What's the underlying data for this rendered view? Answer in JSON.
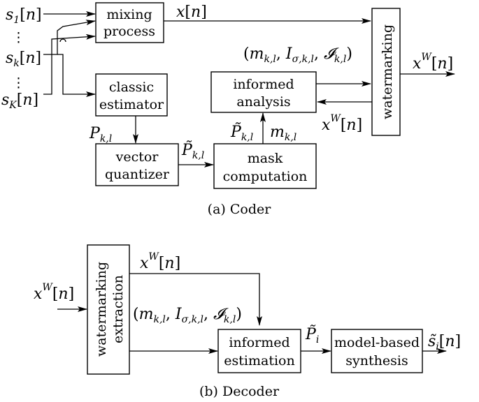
{
  "coder": {
    "caption": "(a) Coder",
    "inputs": {
      "s1": "s₁[n]",
      "sk": "sₖ[n]",
      "sK": "s_K[n]",
      "dots": "⋮"
    },
    "mixing": {
      "line1": "mixing",
      "line2": "process"
    },
    "classic": {
      "line1": "classic",
      "line2": "estimator"
    },
    "vq": {
      "line1": "vector",
      "line2": "quantizer"
    },
    "mask": {
      "line1": "mask",
      "line2": "computation"
    },
    "informed": {
      "line1": "informed",
      "line2": "analysis"
    },
    "watermarking": "watermarking",
    "labels": {
      "x": "x[n]",
      "params": "(m_{k,l}, I_{σ,k,l}, 𝓘_{k,l})",
      "xw_out": "x^W[n]",
      "xw_back": "x^W[n]",
      "P": "P_{k,l}",
      "Ptilde_vq": "P̃_{k,l}",
      "Ptilde_mask": "P̃_{k,l}",
      "m": "m_{k,l}"
    }
  },
  "decoder": {
    "caption": "(b) Decoder",
    "extraction": {
      "line1": "watermarking",
      "line2": "extraction"
    },
    "estimation": {
      "line1": "informed",
      "line2": "estimation"
    },
    "synthesis": {
      "line1": "model-based",
      "line2": "synthesis"
    },
    "labels": {
      "xw_in": "x^W[n]",
      "xw_top": "x^W[n]",
      "params": "(m_{k,l}, I_{σ,k,l}, 𝓘_{k,l})",
      "Pi": "P̃_i",
      "si": "s̃_i[n]"
    }
  }
}
